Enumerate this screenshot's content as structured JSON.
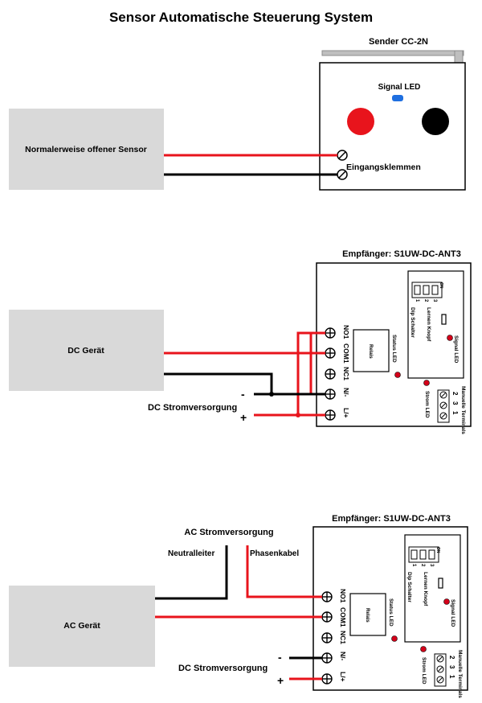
{
  "title": "Sensor Automatische Steuerung System",
  "colors": {
    "wire_red": "#e8141c",
    "wire_black": "#000000",
    "box_gray": "#d9d9d9",
    "led_blue": "#1f6fe0",
    "led_red": "#d4001a"
  },
  "sender": {
    "name": "Sender CC-2N",
    "signal_led": "Signal LED",
    "terminals": "Eingangsklemmen",
    "sensor": "Normalerweise offener Sensor"
  },
  "receiver": {
    "name": "Empfänger: S1UW-DC-ANT3",
    "relay": "Relais",
    "status_led": "Status LED",
    "signal_led": "Signal LED",
    "learn_button": "Lernen Knopf",
    "dip_switch": "Dip Schalter",
    "dip_on": "ON",
    "dip_numbers": [
      "1",
      "2",
      "3"
    ],
    "manual_terminals": "Manuelle Terminals",
    "power_led": "Strom LED",
    "manual_numbers": [
      "2",
      "3",
      "1"
    ],
    "terminal_labels": [
      "NO1",
      "COM1",
      "NC1",
      "N/-",
      "L/+"
    ]
  },
  "dc_section": {
    "device": "DC Gerät",
    "supply": "DC Stromversorgung",
    "minus": "-",
    "plus": "+"
  },
  "ac_section": {
    "device": "AC Gerät",
    "supply_ac": "AC Stromversorgung",
    "neutral": "Neutralleiter",
    "phase": "Phasenkabel",
    "supply_dc": "DC Stromversorgung",
    "minus": "-",
    "plus": "+"
  }
}
